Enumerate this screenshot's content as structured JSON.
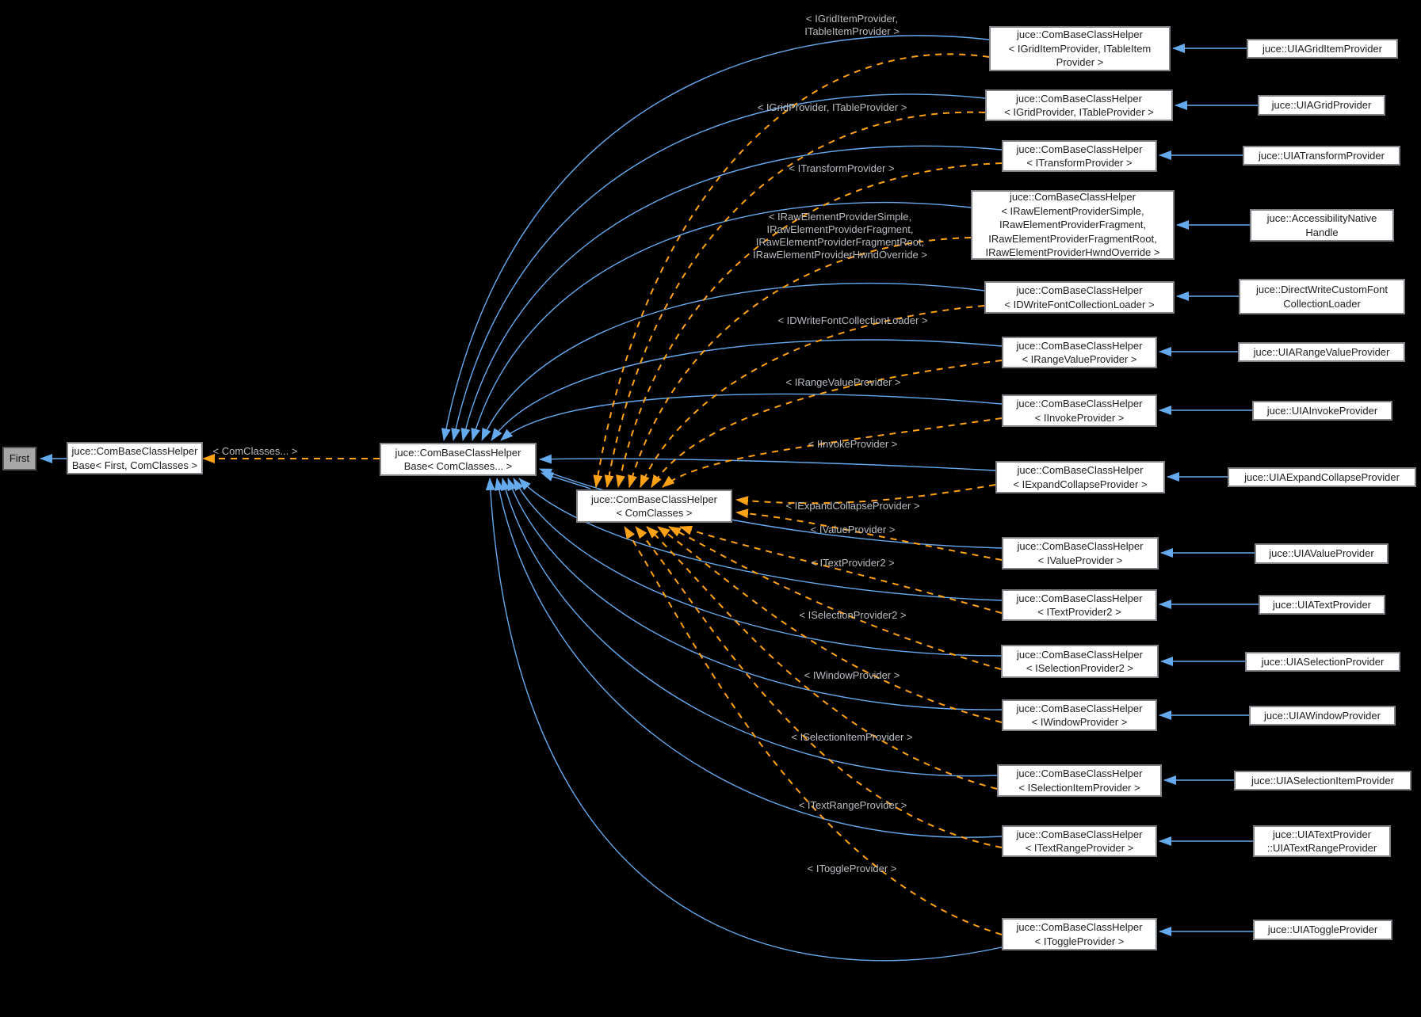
{
  "diagram": {
    "type": "class-inheritance-graph",
    "colors": {
      "background": "#000000",
      "inheritance_edge": "#66aaee",
      "template_instance_edge": "#ffa216",
      "node_background": "#ffffff",
      "node_border": "#7e8287",
      "node_text": "#202020",
      "edge_label_text": "#b9bdc2",
      "external_node_background": "#a6a6a6",
      "external_node_border": "#565656"
    },
    "nodes": {
      "first": "First",
      "helper_base_first": "juce::ComBaseClassHelper\nBase< First, ComClasses >",
      "helper_base_variadic": "juce::ComBaseClassHelper\nBase< ComClasses... >",
      "helper_template": "juce::ComBaseClassHelper\n< ComClasses >",
      "base_edge_label": "< ComClasses... >"
    },
    "specializations": [
      {
        "helper": "juce::ComBaseClassHelper\n< IGridItemProvider, ITableItem\nProvider >",
        "template_args": "< IGridItemProvider,\nITableItemProvider >",
        "subclass": "juce::UIAGridItemProvider"
      },
      {
        "helper": "juce::ComBaseClassHelper\n< IGridProvider, ITableProvider >",
        "template_args": "< IGridProvider, ITableProvider >",
        "subclass": "juce::UIAGridProvider"
      },
      {
        "helper": "juce::ComBaseClassHelper\n< ITransformProvider >",
        "template_args": "< ITransformProvider >",
        "subclass": "juce::UIATransformProvider"
      },
      {
        "helper": "juce::ComBaseClassHelper\n< IRawElementProviderSimple,\nIRawElementProviderFragment,\nIRawElementProviderFragmentRoot,\nIRawElementProviderHwndOverride >",
        "template_args": "< IRawElementProviderSimple,\nIRawElementProviderFragment,\nIRawElementProviderFragmentRoot,\nIRawElementProviderHwndOverride >",
        "subclass": "juce::AccessibilityNative\nHandle"
      },
      {
        "helper": "juce::ComBaseClassHelper\n< IDWriteFontCollectionLoader >",
        "template_args": "< IDWriteFontCollectionLoader >",
        "subclass": "juce::DirectWriteCustomFont\nCollectionLoader"
      },
      {
        "helper": "juce::ComBaseClassHelper\n< IRangeValueProvider >",
        "template_args": "< IRangeValueProvider >",
        "subclass": "juce::UIARangeValueProvider"
      },
      {
        "helper": "juce::ComBaseClassHelper\n< IInvokeProvider >",
        "template_args": "< IInvokeProvider >",
        "subclass": "juce::UIAInvokeProvider"
      },
      {
        "helper": "juce::ComBaseClassHelper\n< IExpandCollapseProvider >",
        "template_args": "< IExpandCollapseProvider >",
        "subclass": "juce::UIAExpandCollapseProvider"
      },
      {
        "helper": "juce::ComBaseClassHelper\n< IValueProvider >",
        "template_args": "< IValueProvider >",
        "subclass": "juce::UIAValueProvider"
      },
      {
        "helper": "juce::ComBaseClassHelper\n< ITextProvider2 >",
        "template_args": "< ITextProvider2 >",
        "subclass": "juce::UIATextProvider"
      },
      {
        "helper": "juce::ComBaseClassHelper\n< ISelectionProvider2 >",
        "template_args": "< ISelectionProvider2 >",
        "subclass": "juce::UIASelectionProvider"
      },
      {
        "helper": "juce::ComBaseClassHelper\n< IWindowProvider >",
        "template_args": "< IWindowProvider >",
        "subclass": "juce::UIAWindowProvider"
      },
      {
        "helper": "juce::ComBaseClassHelper\n< ISelectionItemProvider >",
        "template_args": "< ISelectionItemProvider >",
        "subclass": "juce::UIASelectionItemProvider"
      },
      {
        "helper": "juce::ComBaseClassHelper\n< ITextRangeProvider >",
        "template_args": "< ITextRangeProvider >",
        "subclass": "juce::UIATextProvider\n::UIATextRangeProvider"
      },
      {
        "helper": "juce::ComBaseClassHelper\n< IToggleProvider >",
        "template_args": "< IToggleProvider >",
        "subclass": "juce::UIAToggleProvider"
      }
    ]
  }
}
